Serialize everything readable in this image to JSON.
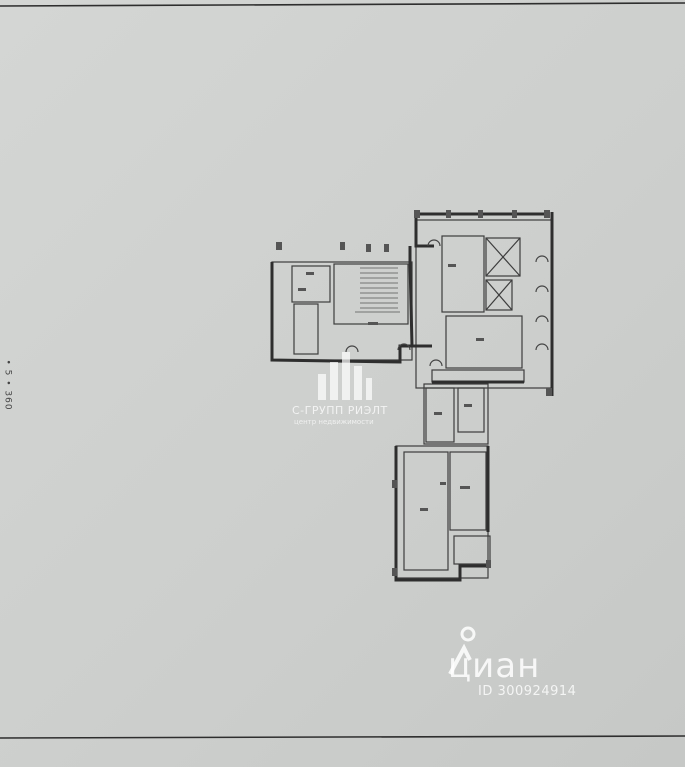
{
  "sheet": {
    "margin_text": "• 5 • 360"
  },
  "watermark_company": {
    "name": "С-ГРУПП РИЭЛТ",
    "subtitle": "центр недвижимости"
  },
  "watermark_cian": {
    "logo": "циан",
    "listing_id": "ID 300924914"
  },
  "colors": {
    "paper": "#cfd1cf",
    "ink": "#3a3a3a",
    "wall_fill": "#8a8a8a",
    "watermark": "#ffffff"
  }
}
